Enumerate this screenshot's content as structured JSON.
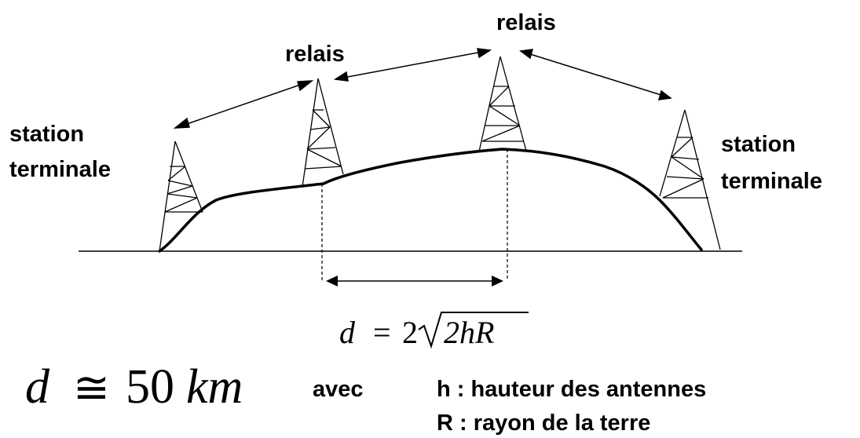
{
  "labels": {
    "relais_left": "relais",
    "relais_right": "relais",
    "station_left_line1": "station",
    "station_left_line2": "terminale",
    "station_right_line1": "station",
    "station_right_line2": "terminale"
  },
  "formula": {
    "d_lhs": "d",
    "equals": "=",
    "two": "2",
    "radicand": "2hR"
  },
  "approx": {
    "d": "d",
    "symbol": "≅",
    "value": "50",
    "unit": "km"
  },
  "legend": {
    "avec": "avec",
    "line_h": "h : hauteur des antennes",
    "line_R": "R : rayon de la terre"
  }
}
